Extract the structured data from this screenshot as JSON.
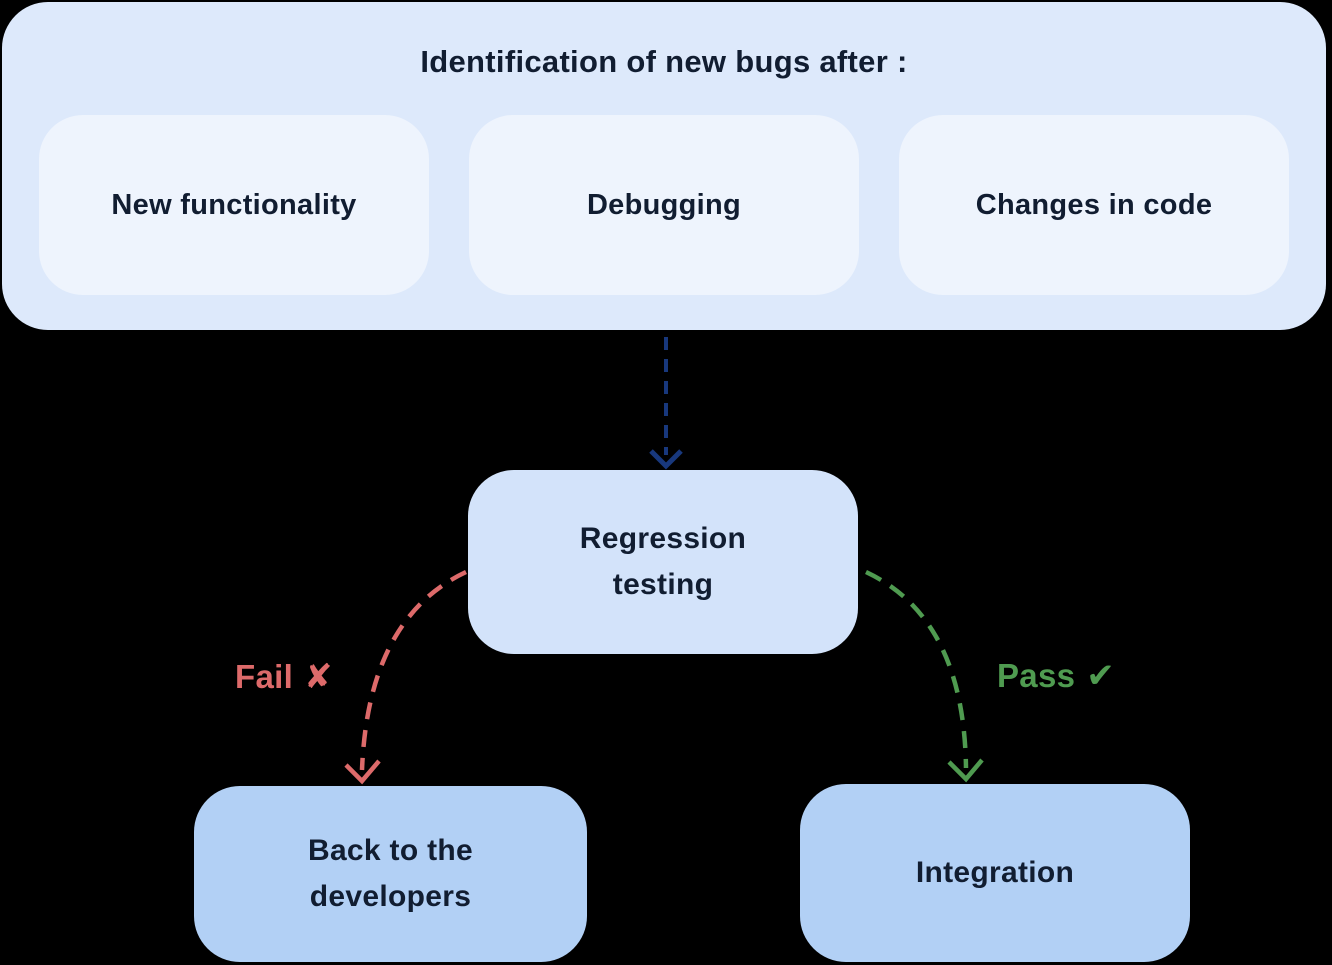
{
  "colors": {
    "canvas_bg": "#000000",
    "panel_bg": "#dde9fb",
    "panel_item_bg": "#eef4fd",
    "regression_node_bg": "#d3e3fa",
    "outcome_node_bg": "#b2d0f5",
    "text_dark": "#111d31",
    "arrow_navy": "#18387d",
    "fail_red": "#dd6a6a",
    "pass_green": "#4f9b50"
  },
  "top_panel": {
    "title": "Identification of new bugs after :",
    "items": [
      {
        "label": "New functionality"
      },
      {
        "label": "Debugging"
      },
      {
        "label": "Changes in code"
      }
    ]
  },
  "regression_node": {
    "line1": "Regression",
    "line2": "testing"
  },
  "branches": {
    "fail": {
      "label": "Fail",
      "icon": "✘"
    },
    "pass": {
      "label": "Pass",
      "icon": "✔"
    }
  },
  "outcome_nodes": {
    "fail_target": {
      "line1": "Back to the",
      "line2": "developers"
    },
    "pass_target": {
      "label": "Integration"
    }
  }
}
